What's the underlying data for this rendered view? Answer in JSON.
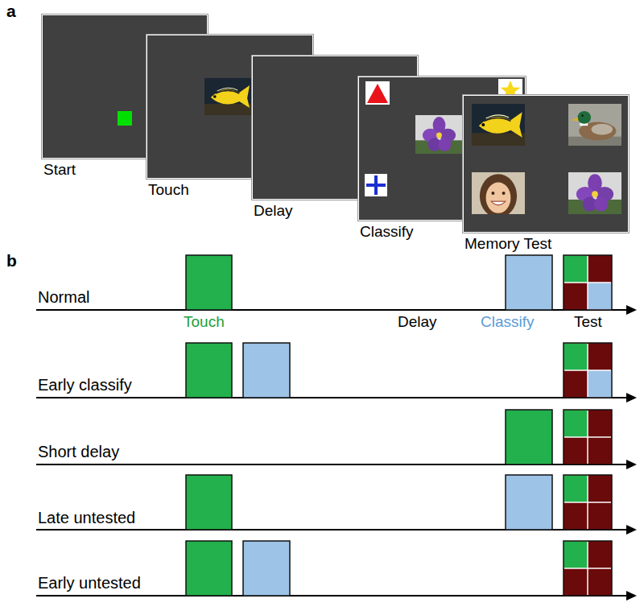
{
  "diagram": {
    "nodes": [
      {
        "text": [
          "Start"
        ]
      },
      {
        "text": [
          "Touch"
        ]
      },
      {
        "text": [
          "Delay"
        ]
      },
      {
        "text": [
          "Classify"
        ]
      },
      {
        "text": [
          "Memory Test"
        ]
      }
    ],
    "labels": [
      "a",
      "b",
      "Normal",
      "Touch",
      "Delay",
      "Classify",
      "Test",
      "Early classify",
      "Short delay",
      "Late untested",
      "Early untested"
    ]
  }
}
